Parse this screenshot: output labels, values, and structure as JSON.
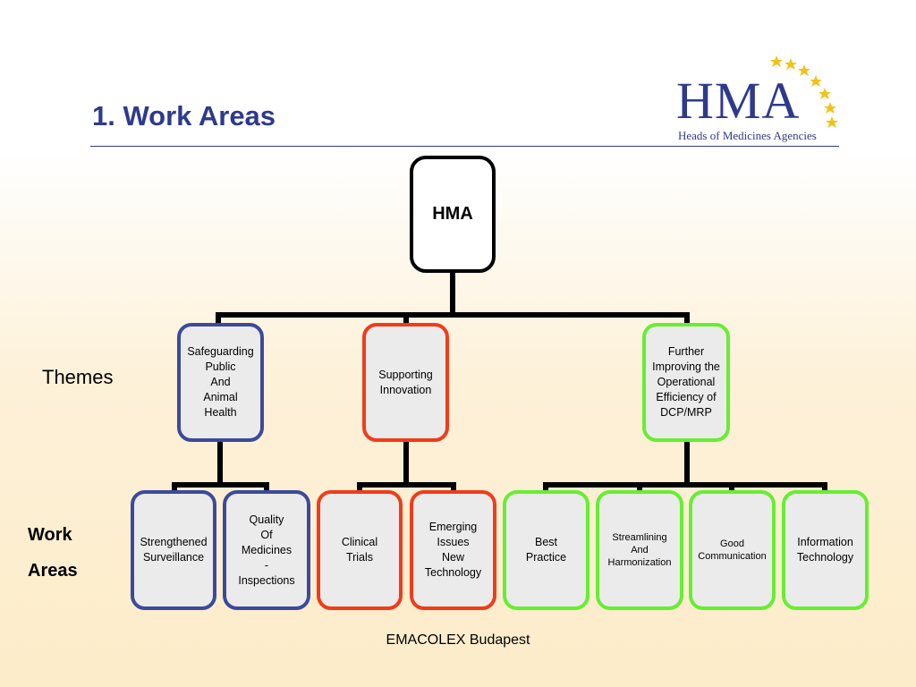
{
  "slide": {
    "title": "1. Work Areas",
    "footer": "EMACOLEX Budapest"
  },
  "logo": {
    "text": "HMA",
    "subtitle": "Heads of Medicines Agencies"
  },
  "side_labels": {
    "themes": "Themes",
    "work": "Work",
    "areas": "Areas"
  },
  "diagram": {
    "root": "HMA",
    "themes": [
      "Safeguarding\nPublic\nAnd\nAnimal\nHealth",
      "Supporting\nInnovation",
      "Further\nImproving the\nOperational\nEfficiency of\nDCP/MRP"
    ],
    "work_areas": [
      "Strengthened\nSurveillance",
      "Quality\nOf\nMedicines\n-\nInspections",
      "Clinical\nTrials",
      "Emerging\nIssues\nNew\nTechnology",
      "Best\nPractice",
      "Streamlining\nAnd\nHarmonization",
      "Good\nCommunication",
      "Information\nTechnology"
    ]
  },
  "colors": {
    "title": "#2e3a8c",
    "blue_border": "#3c4a9c",
    "red_border": "#f03c1a",
    "green_border": "#66ee33",
    "star": "#f2c21a"
  }
}
